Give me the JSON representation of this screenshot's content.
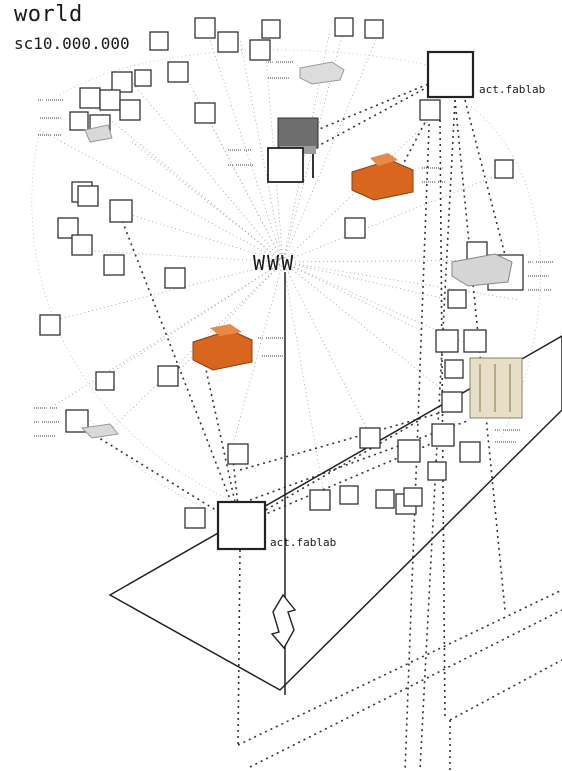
{
  "header": {
    "title": "world",
    "scale": "sc10.000.000"
  },
  "labels": {
    "center": "WWW",
    "node_top": "act.fablab",
    "node_bottom": "act.fablab"
  },
  "colors": {
    "ink": "#1a1a1a",
    "dotted": "#6b6b6b",
    "furniture_orange": "#d9661e"
  }
}
